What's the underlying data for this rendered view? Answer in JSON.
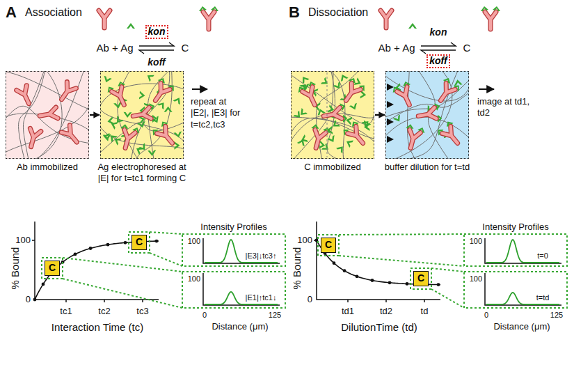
{
  "diagram": {
    "nodes": [
      {
        "text": [
          "kon"
        ]
      },
      {
        "text": [
          "Ab immobilized"
        ]
      },
      {
        "text": [
          "Ag electrophoresed at |E| for t=tc1 forming C"
        ]
      },
      {
        "text": [
          "C"
        ]
      },
      {
        "text": [
          "C"
        ]
      },
      {
        "text": [
          "koff"
        ]
      },
      {
        "text": [
          "C immobilized"
        ]
      },
      {
        "text": [
          "buffer dilution for t=td"
        ]
      },
      {
        "text": [
          "C"
        ]
      },
      {
        "text": [
          "C"
        ]
      }
    ],
    "edges": [
      {
        "from": 1,
        "to": 2,
        "arrow": "to"
      },
      {
        "from": 6,
        "to": 7,
        "arrow": "to"
      }
    ],
    "labels": [
      "A",
      "Association",
      "Ab + Ag",
      "C",
      "koff",
      "repeat at |E2|, |E3| for t=tc2,tc3",
      "% Bound",
      "100",
      "0",
      "tc1",
      "tc2",
      "tc3",
      "Interaction Time (tc)",
      "Intensity Profiles",
      "100",
      "|E3|↓tc3↑",
      "100",
      "|E1|↑tc1↓",
      "0",
      "125",
      "Distance (μm)",
      "B",
      "Dissociation",
      "kon",
      "Ab + Ag",
      "C",
      "image at td1, td2",
      "% Bound",
      "100",
      "0",
      "td1",
      "td2",
      "td",
      "DilutionTime (td)",
      "Intensity Profiles",
      "100",
      "t=0",
      "100",
      "t=td",
      "0",
      "125",
      "Distance (μm)"
    ]
  }
}
